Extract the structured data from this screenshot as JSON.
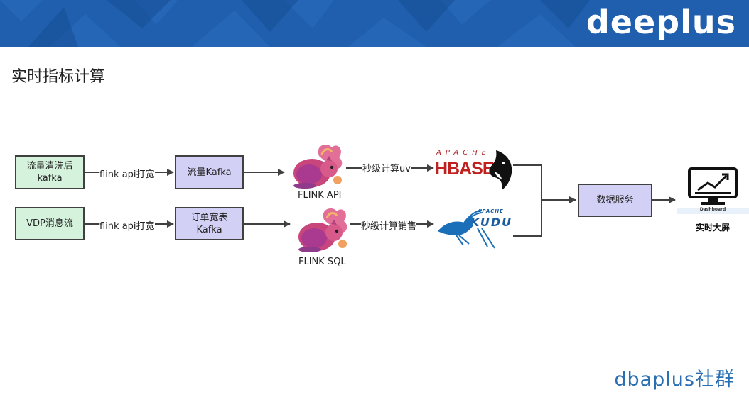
{
  "header": {
    "brand": "deeplus"
  },
  "title": "实时指标计算",
  "diagram": {
    "source1": {
      "line1": "流量清洗后",
      "line2": "kafka"
    },
    "source2": {
      "line1": "VDP消息流"
    },
    "edge1": "flink api打宽",
    "edge2": "flink api打宽",
    "kafka1": {
      "line1": "流量Kafka"
    },
    "kafka2": {
      "line1": "订单宽表",
      "line2": "Kafka"
    },
    "flink1": {
      "caption": "FLINK API"
    },
    "flink2": {
      "caption": "FLINK SQL"
    },
    "edge3": "秒级计算uv",
    "edge4": "秒级计算销售",
    "hbase": {
      "apache": "APACHE",
      "name": "HBASE"
    },
    "kudu": {
      "apache": "APACHE",
      "name": "KUDU"
    },
    "service": "数据服务",
    "dashboard": {
      "label": "Dashboard",
      "caption": "实时大屏"
    }
  },
  "watermark": "dbaplus社群",
  "colors": {
    "header": "#1f5fae",
    "green_box": "#d5f2dd",
    "purple_box": "#d3d0f5",
    "arrow": "#404040"
  }
}
